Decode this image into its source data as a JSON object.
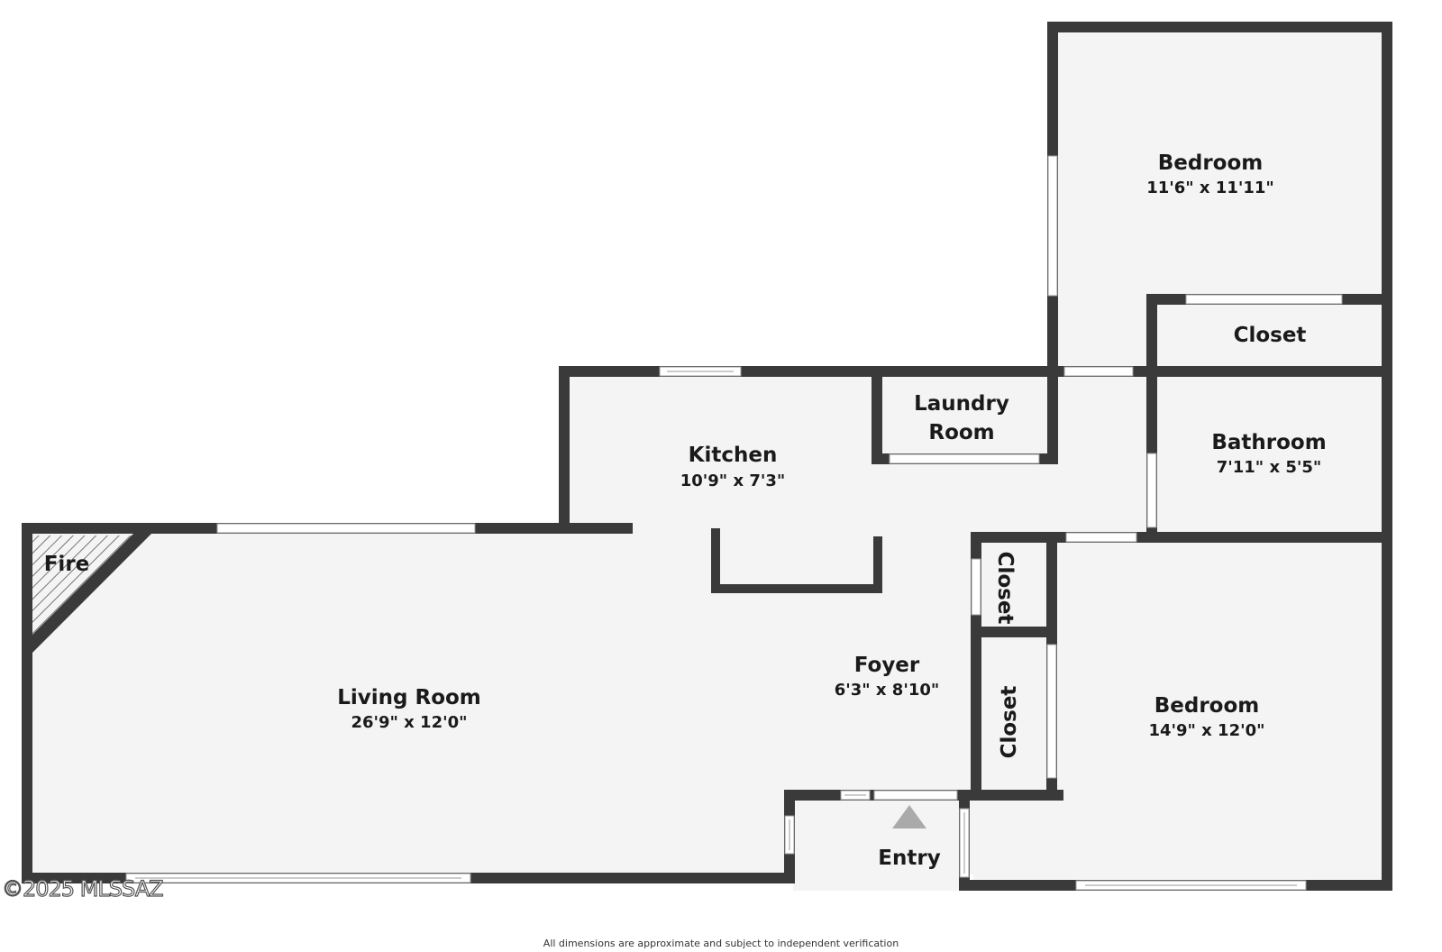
{
  "rooms": {
    "bedroom_top": {
      "name": "Bedroom",
      "dim": "11'6\" x 11'11\""
    },
    "closet_top": {
      "name": "Closet"
    },
    "laundry": {
      "name_line1": "Laundry",
      "name_line2": "Room"
    },
    "kitchen": {
      "name": "Kitchen",
      "dim": "10'9\" x 7'3\""
    },
    "bathroom": {
      "name": "Bathroom",
      "dim": "7'11\" x 5'5\""
    },
    "fire": {
      "name": "Fire"
    },
    "living": {
      "name": "Living Room",
      "dim": "26'9\" x 12'0\""
    },
    "foyer": {
      "name": "Foyer",
      "dim": "6'3\" x 8'10\""
    },
    "closet_upper": {
      "name": "Closet"
    },
    "closet_lower": {
      "name": "Closet"
    },
    "bedroom_bottom": {
      "name": "Bedroom",
      "dim": "14'9\" x 12'0\""
    },
    "entry": {
      "name": "Entry"
    }
  },
  "copyright": "©2025 MLSSAZ",
  "disclaimer": "All dimensions are approximate and subject to independent verification",
  "colors": {
    "wall": "#3a3a3a",
    "floor": "#f4f4f4",
    "hatch": "#555555",
    "entry_arrow": "#aaaaaa"
  }
}
